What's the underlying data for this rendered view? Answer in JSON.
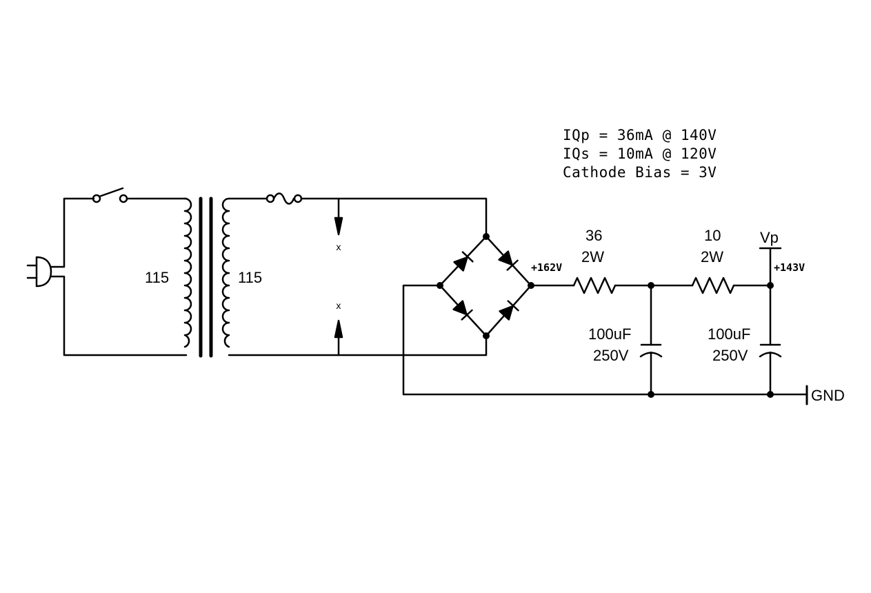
{
  "notes": {
    "line1": "IQp = 36mA @ 140V",
    "line2": "IQs = 10mA @ 120V",
    "line3": "Cathode Bias = 3V"
  },
  "transformer": {
    "primary_label": "115",
    "secondary_label": "115"
  },
  "markers": {
    "top": "x",
    "bottom": "x"
  },
  "nodes": {
    "rectifier_out": "+162V",
    "vp_voltage": "+143V",
    "vp_label": "Vp",
    "ground": "GND"
  },
  "resistors": [
    {
      "value": "36",
      "rating": "2W"
    },
    {
      "value": "10",
      "rating": "2W"
    }
  ],
  "capacitors": [
    {
      "value": "100uF",
      "rating": "250V"
    },
    {
      "value": "100uF",
      "rating": "250V"
    }
  ]
}
